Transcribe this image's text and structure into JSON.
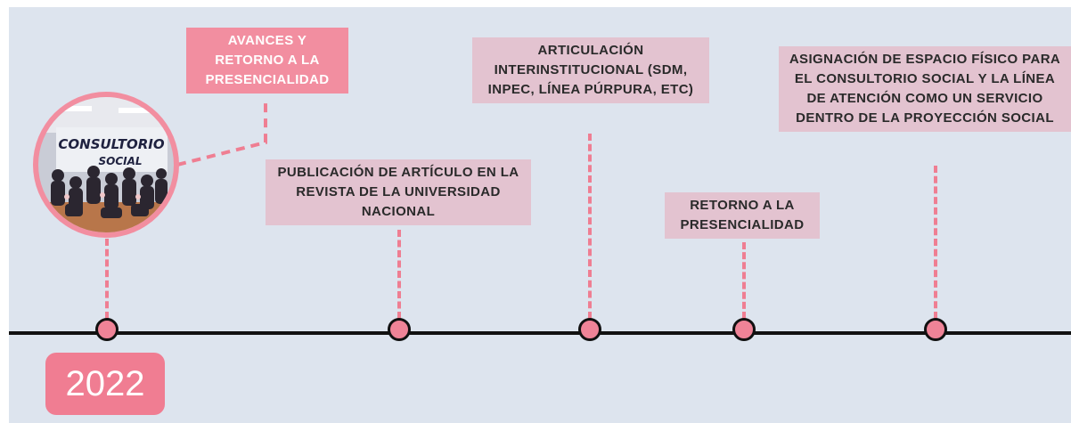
{
  "year": "2022",
  "colors": {
    "background": "#dde4ee",
    "accent_pink": "#f07d92",
    "label_bg": "#e3c3d0",
    "axis": "#111111"
  },
  "photo": {
    "wall_text_1": "CONSULTORIO",
    "wall_text_2": "SOCIAL"
  },
  "milestones": [
    {
      "text": "AVANCES Y RETORNO A LA PRESENCIALIDAD"
    },
    {
      "text": "PUBLICACIÓN DE ARTÍCULO EN LA REVISTA DE LA UNIVERSIDAD NACIONAL"
    },
    {
      "text": "ARTICULACIÓN INTERINSTITUCIONAL (SDM, INPEC, LÍNEA PÚRPURA, ETC)"
    },
    {
      "text": "RETORNO A LA PRESENCIALIDAD"
    },
    {
      "text": "ASIGNACIÓN DE ESPACIO FÍSICO PARA EL CONSULTORIO SOCIAL Y LA LÍNEA DE ATENCIÓN COMO UN SERVICIO DENTRO DE LA PROYECCIÓN SOCIAL"
    }
  ]
}
